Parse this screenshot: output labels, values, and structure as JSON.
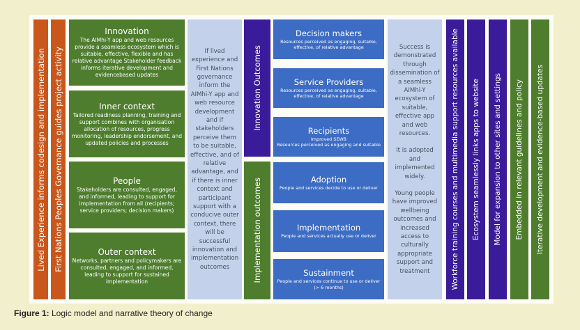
{
  "side_bars": [
    "Lived Experience informs codesign and implementation",
    "First Nations Peoples Governance guides project activity"
  ],
  "determinants": [
    {
      "title": "Innovation",
      "text": "The AIMhi-Y app and web resources provide a seamless ecosystem which is suitable, effective, flexible and has relative advantage Stakeholder feedback informs iterative development and evidencebased updates"
    },
    {
      "title": "Inner context",
      "text": "Tailored readiness planning, training and support combines with organisation allocation of resources, progress monitoring, leadership endorsement, and updated policies and processes"
    },
    {
      "title": "People",
      "text": "Stakeholders are consulted, engaged, and informed, leading to support for implementation from all (recipients; service providers; decision makers)"
    },
    {
      "title": "Outer context",
      "text": "Networks, partners and policymakers are consulted, engaged, and informed, leading to support for sustained implementation"
    }
  ],
  "narrative_if": "If lived experience and First Nations governance inform the AIMhi-Y app and web resource development and if stakeholders perceive them to be suitable, effective, and of relative advantage, and if there is inner context and participant support with a conducive outer context, there will be successful innovation and implementation outcomes",
  "outcome_groups": {
    "innovation": "Innovation Outcomes",
    "implementation": "Implementation outcomes"
  },
  "outcomes": [
    {
      "title": "Decision makers",
      "lines": [
        "Resources perceived as engaging, suitable, effective, of relative advantage"
      ]
    },
    {
      "title": "Service Providers",
      "lines": [
        "Resources perceived as engaging, suitable, effective, of relative advantage"
      ]
    },
    {
      "title": "Recipients",
      "lines": [
        "Improved SEWB",
        "Resources perceived as engaging and suitable"
      ]
    },
    {
      "title": "Adoption",
      "lines": [
        "People and services decide to use or deliver"
      ]
    },
    {
      "title": "Implementation",
      "lines": [
        "People and services actually use or deliver"
      ]
    },
    {
      "title": "Sustainment",
      "lines": [
        "People and services continue to use or deliver",
        "(> 6 months)"
      ]
    }
  ],
  "narrative_success": [
    "Success is demonstrated through dissemination of a seamless AIMhi-Y ecosystem of suitable, effective app and web resources.",
    "It is adopted and implemented widely.",
    "Young people have improved wellbeing outcomes and increased access to culturally appropriate support and treatment"
  ],
  "impact_bars": [
    {
      "text": "Workforce training courses and multimedia support resources available",
      "color": "#3a1c9a"
    },
    {
      "text": "Ecosystem seamlessly links apps to website",
      "color": "#3a1c9a"
    },
    {
      "text": "Model for expansion to other sites and settings",
      "color": "#3a1c9a"
    },
    {
      "text": "Embedded in relevant guidelines and policy",
      "color": "#4e7d2e"
    },
    {
      "text": "Iterative development and evidence-based updates",
      "color": "#4e7d2e"
    }
  ],
  "caption": {
    "label": "Figure 1:",
    "text": " Logic model and narrative theory of change"
  }
}
